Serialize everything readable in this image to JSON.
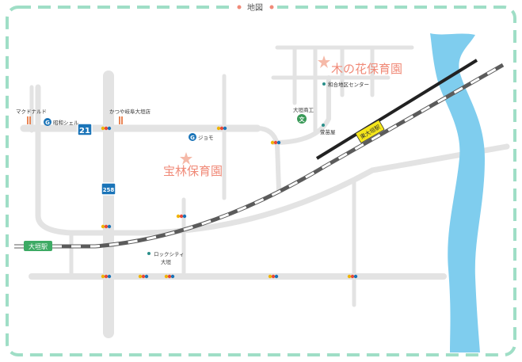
{
  "header": {
    "title": "地図"
  },
  "colors": {
    "frame": "#9fdec6",
    "accent": "#f08a78",
    "road": "#e3e3e3",
    "river": "#7fcdee",
    "rail_jr": "#5b5b5b",
    "rail_meitetsu": "#222222",
    "station_jr": "#3daa64",
    "station_meitetsu": "#f5e61a",
    "route_sign": "#1a74b8",
    "school": "#3a9a58"
  },
  "nurseries": [
    {
      "name": "木の花保育園",
      "icon": "star-icon"
    },
    {
      "name": "宝林保育園",
      "icon": "star-icon"
    }
  ],
  "stations": [
    {
      "name": "大垣駅",
      "line": "JR"
    },
    {
      "name": "東大垣駅",
      "line": "meitetsu"
    }
  ],
  "landmarks": {
    "mcdonalds": "マクドナルド",
    "showa_shell": "昭和シェル",
    "katsuya": "かつや岐阜大垣店",
    "jomo": "ジョモ",
    "wagodistrict": "和合地区センター",
    "ogaki_commercial": "大垣商工",
    "kanki": "萱苗屋",
    "lockcity": "ロックシティ",
    "lockcity2": "大垣"
  },
  "icons": {
    "school": "文",
    "gas": "G"
  },
  "routes": {
    "r21": "21",
    "r258": "258"
  }
}
